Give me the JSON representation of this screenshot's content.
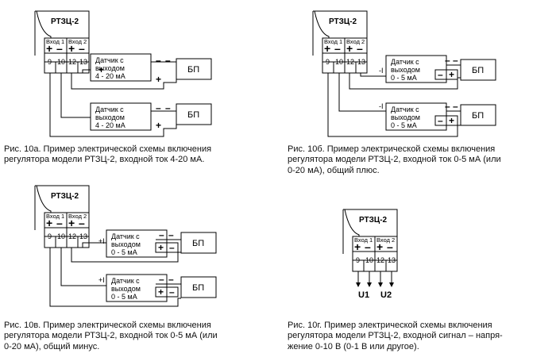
{
  "device": {
    "model": "РТЗЦ-2",
    "input1": "Вход 1",
    "input2": "Вход 2",
    "terminals": [
      "9",
      "10",
      "12",
      "13"
    ],
    "plus": "+",
    "minus": "–"
  },
  "sensor": {
    "line1": "Датчик с",
    "line2": "выходом",
    "range_4_20": "4 - 20 мА",
    "range_0_5": "0 - 5 мА"
  },
  "psu_label": "БП",
  "current_marks": {
    "minus_i": "-I",
    "plus_i": "+I"
  },
  "voltage_outputs": [
    "U1",
    "U2"
  ],
  "captions": {
    "a": [
      "Рис. 10а. Пример электрической схемы включения",
      "регулятора модели РТЗЦ-2, входной ток 4-20 мА."
    ],
    "b": [
      "Рис. 10б. Пример электрической схемы включения",
      "регулятора модели РТЗЦ-2, входной ток 0-5 мА (или",
      "0-20 мА), общий плюс."
    ],
    "c": [
      "Рис. 10в. Пример электрической схемы включения",
      "регулятора модели РТЗЦ-2, входной ток 0-5 мА (или",
      "0-20 мА), общий минус."
    ],
    "d": [
      "Рис. 10г. Пример электрической схемы включения",
      "регулятора модели РТЗЦ-2, входной сигнал – напря-",
      "жение 0-10 В (0-1 В или другое)."
    ]
  }
}
